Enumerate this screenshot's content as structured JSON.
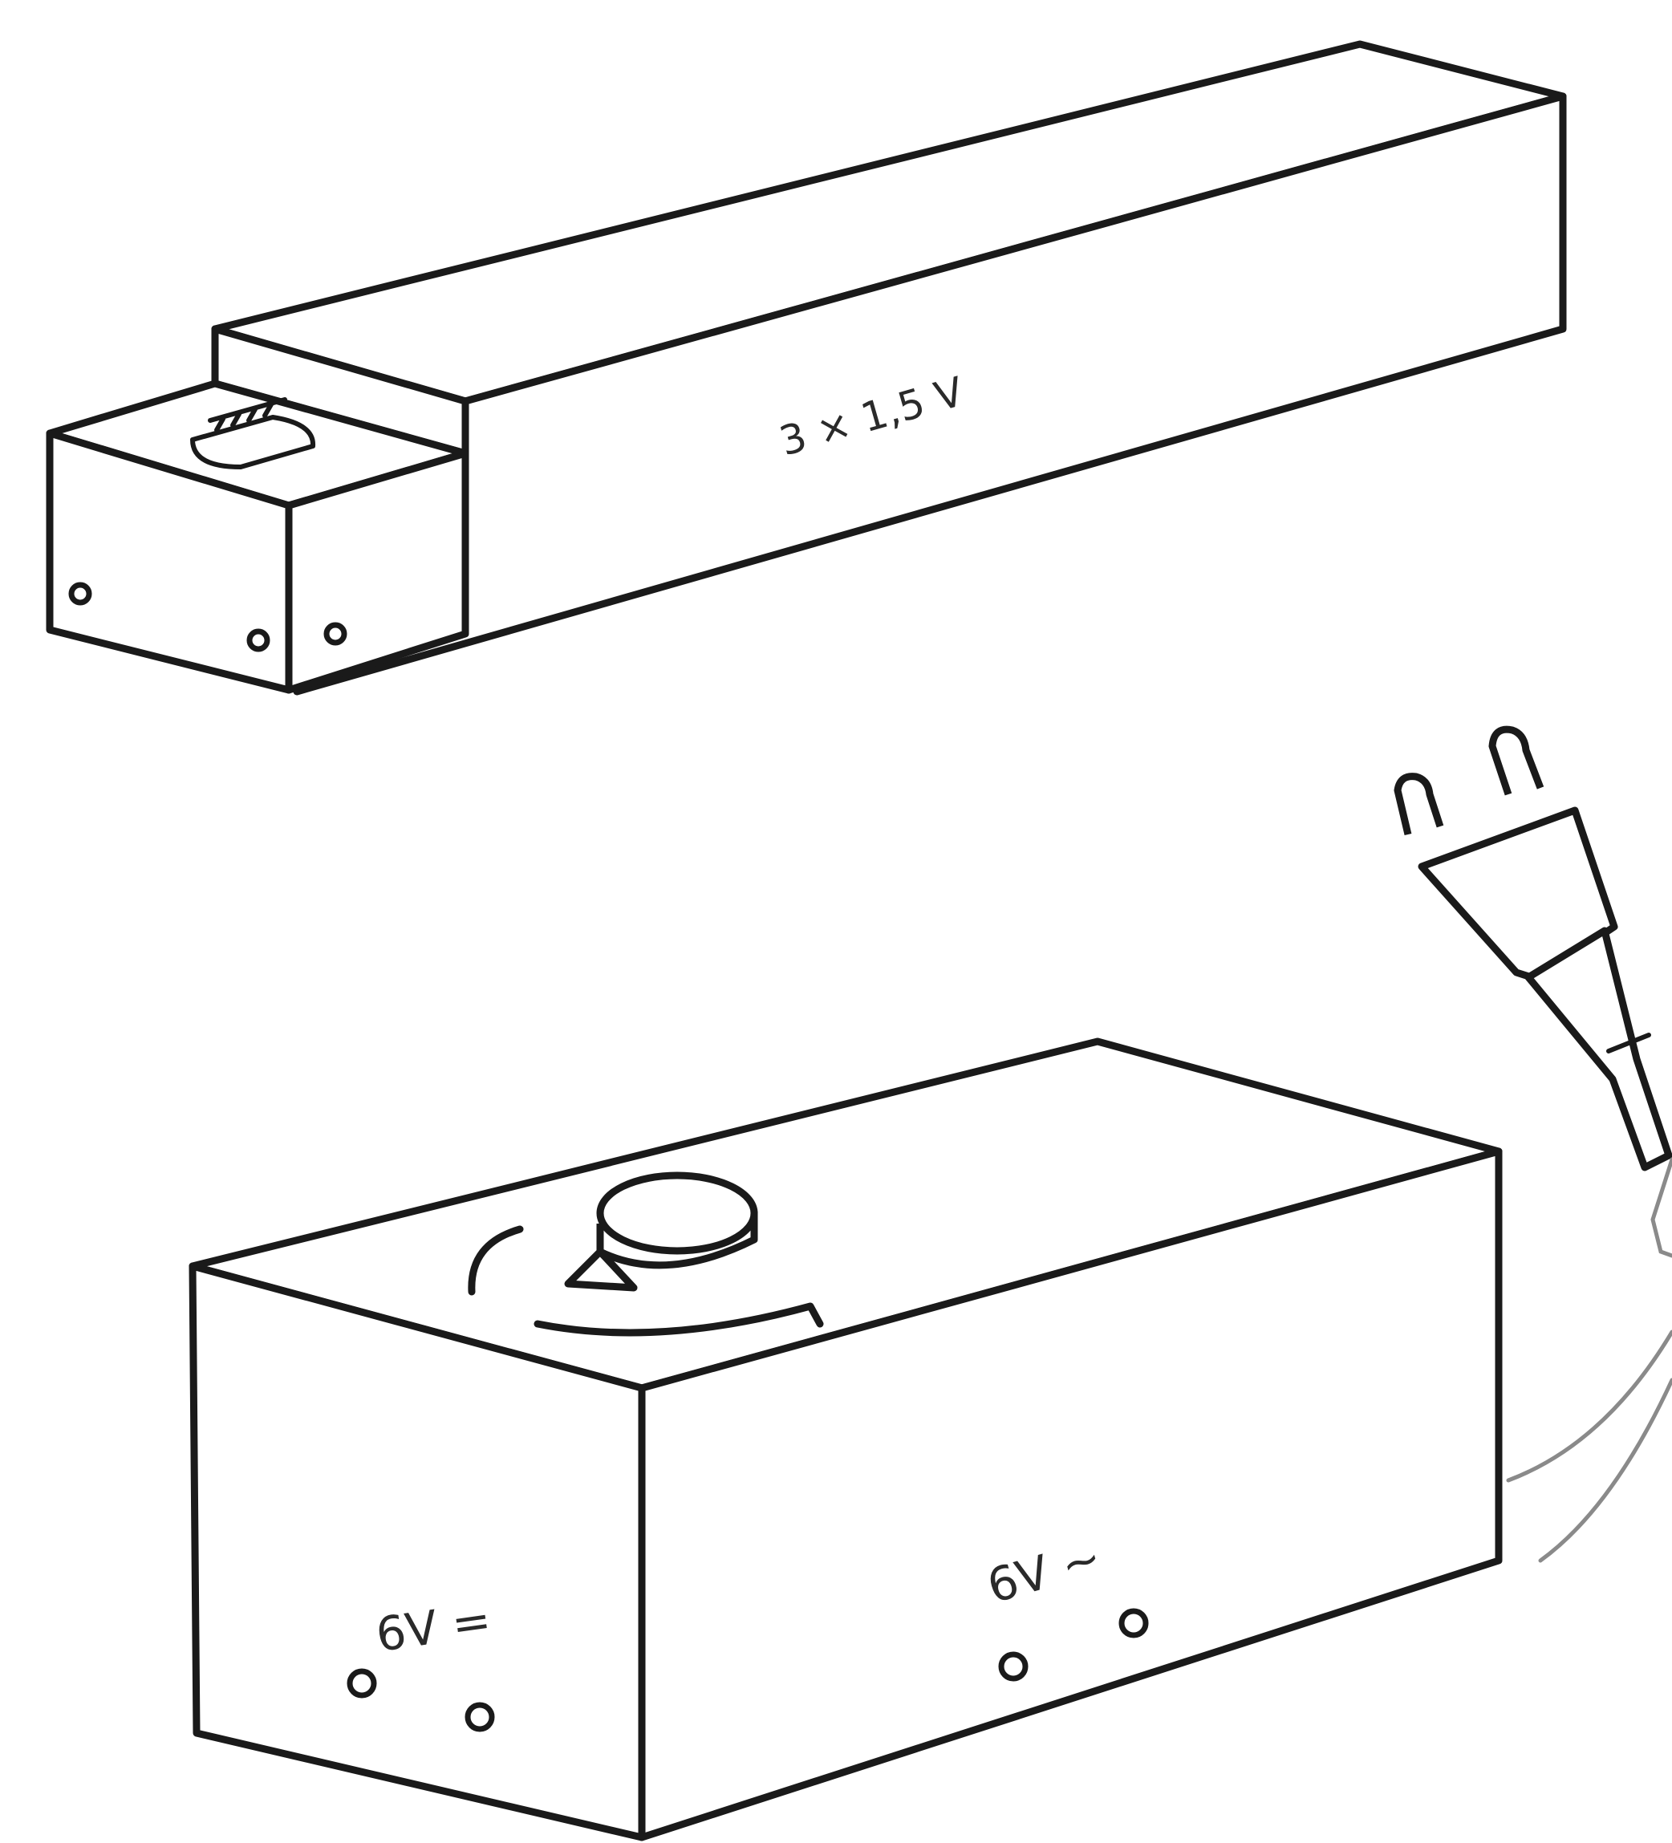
{
  "battery_box": {
    "label": "3 × 1,5 V"
  },
  "transformer": {
    "dc_label": "6V =",
    "ac_label": "6V ~"
  }
}
